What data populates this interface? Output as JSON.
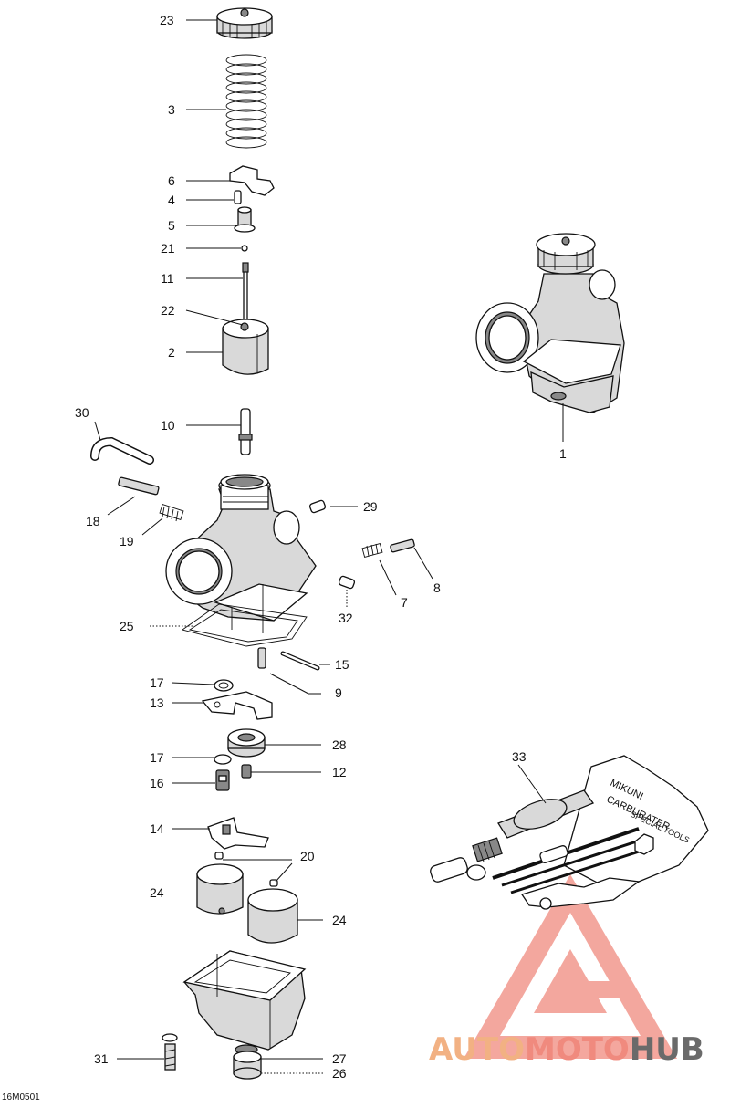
{
  "diagram_code": "16M0501",
  "watermark": {
    "part1": "AUTO",
    "part2": "MOTO",
    "part3": "HUB"
  },
  "colors": {
    "line": "#111111",
    "watermark_orange": "#f2b183",
    "watermark_red": "#f08a7e",
    "watermark_gray": "#6a6a6a"
  },
  "callouts": {
    "c1": "1",
    "c2": "2",
    "c3": "3",
    "c4": "4",
    "c5": "5",
    "c6": "6",
    "c7": "7",
    "c8": "8",
    "c9": "9",
    "c10": "10",
    "c11": "11",
    "c12": "12",
    "c13": "13",
    "c14": "14",
    "c15": "15",
    "c16": "16",
    "c17a": "17",
    "c17b": "17",
    "c18": "18",
    "c19": "19",
    "c20": "20",
    "c21": "21",
    "c22": "22",
    "c23": "23",
    "c24a": "24",
    "c24b": "24",
    "c25": "25",
    "c26": "26",
    "c27": "27",
    "c28": "28",
    "c29": "29",
    "c30": "30",
    "c31": "31",
    "c32": "32",
    "c33": "33"
  }
}
